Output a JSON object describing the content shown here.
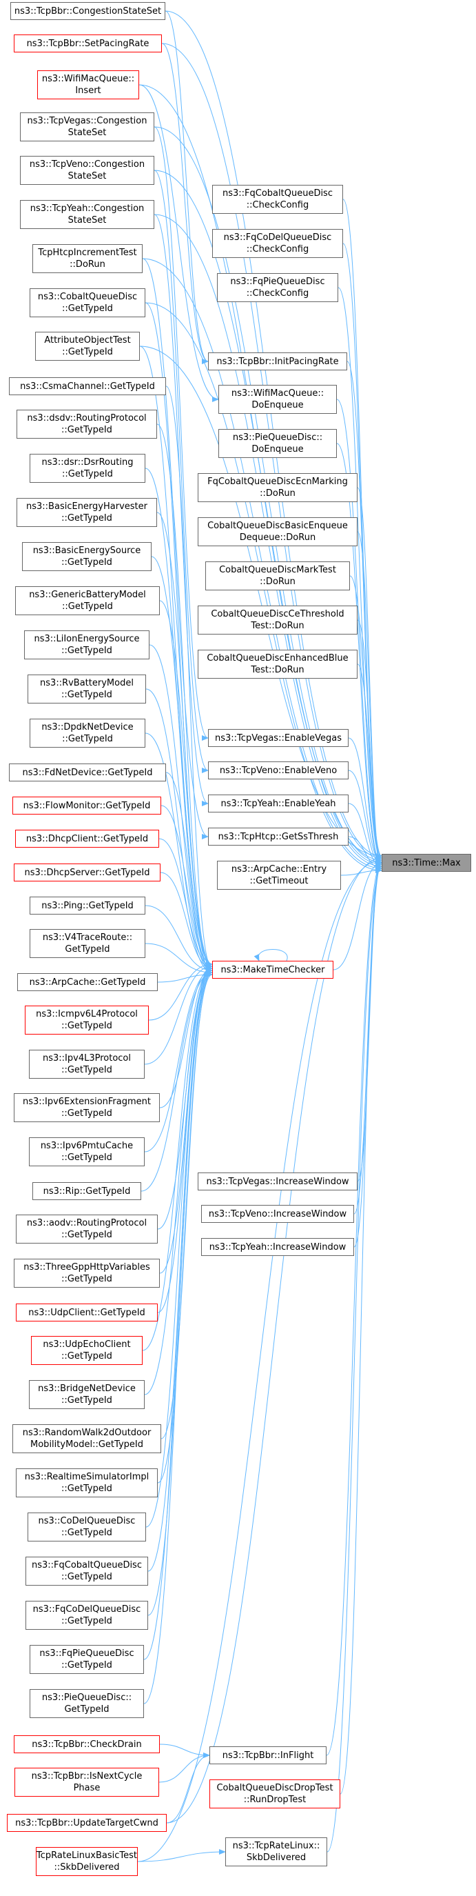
{
  "target": "ns3::Time::Max",
  "hub": "ns3::MakeTimeChecker",
  "column_a": [
    {
      "id": "a0",
      "label": "ns3::TcpBbr::CongestionStateSet",
      "red": false
    },
    {
      "id": "a1",
      "label": "ns3::TcpBbr::SetPacingRate",
      "red": true
    },
    {
      "id": "a2",
      "label": "ns3::WifiMacQueue::\nInsert",
      "red": true
    },
    {
      "id": "a3",
      "label": "ns3::TcpVegas::Congestion\nStateSet",
      "red": false
    },
    {
      "id": "a4",
      "label": "ns3::TcpVeno::Congestion\nStateSet",
      "red": false
    },
    {
      "id": "a5",
      "label": "ns3::TcpYeah::Congestion\nStateSet",
      "red": false
    },
    {
      "id": "a6",
      "label": "TcpHtcpIncrementTest\n::DoRun",
      "red": false
    },
    {
      "id": "a7",
      "label": "ns3::CobaltQueueDisc\n::GetTypeId",
      "red": false
    },
    {
      "id": "a8",
      "label": "AttributeObjectTest\n::GetTypeId",
      "red": false
    },
    {
      "id": "a9",
      "label": "ns3::CsmaChannel::GetTypeId",
      "red": false
    },
    {
      "id": "a10",
      "label": "ns3::dsdv::RoutingProtocol\n::GetTypeId",
      "red": false
    },
    {
      "id": "a11",
      "label": "ns3::dsr::DsrRouting\n::GetTypeId",
      "red": false
    },
    {
      "id": "a12",
      "label": "ns3::BasicEnergyHarvester\n::GetTypeId",
      "red": false
    },
    {
      "id": "a13",
      "label": "ns3::BasicEnergySource\n::GetTypeId",
      "red": false
    },
    {
      "id": "a14",
      "label": "ns3::GenericBatteryModel\n::GetTypeId",
      "red": false
    },
    {
      "id": "a15",
      "label": "ns3::LiIonEnergySource\n::GetTypeId",
      "red": false
    },
    {
      "id": "a16",
      "label": "ns3::RvBatteryModel\n::GetTypeId",
      "red": false
    },
    {
      "id": "a17",
      "label": "ns3::DpdkNetDevice\n::GetTypeId",
      "red": false
    },
    {
      "id": "a18",
      "label": "ns3::FdNetDevice::GetTypeId",
      "red": false
    },
    {
      "id": "a19",
      "label": "ns3::FlowMonitor::GetTypeId",
      "red": true
    },
    {
      "id": "a20",
      "label": "ns3::DhcpClient::GetTypeId",
      "red": true
    },
    {
      "id": "a21",
      "label": "ns3::DhcpServer::GetTypeId",
      "red": true
    },
    {
      "id": "a22",
      "label": "ns3::Ping::GetTypeId",
      "red": false
    },
    {
      "id": "a23",
      "label": "ns3::V4TraceRoute::\nGetTypeId",
      "red": false
    },
    {
      "id": "a24",
      "label": "ns3::ArpCache::GetTypeId",
      "red": false
    },
    {
      "id": "a25",
      "label": "ns3::Icmpv6L4Protocol\n::GetTypeId",
      "red": true
    },
    {
      "id": "a26",
      "label": "ns3::Ipv4L3Protocol\n::GetTypeId",
      "red": false
    },
    {
      "id": "a27",
      "label": "ns3::Ipv6ExtensionFragment\n::GetTypeId",
      "red": false
    },
    {
      "id": "a28",
      "label": "ns3::Ipv6PmtuCache\n::GetTypeId",
      "red": false
    },
    {
      "id": "a29",
      "label": "ns3::Rip::GetTypeId",
      "red": false
    },
    {
      "id": "a30",
      "label": "ns3::aodv::RoutingProtocol\n::GetTypeId",
      "red": false
    },
    {
      "id": "a31",
      "label": "ns3::ThreeGppHttpVariables\n::GetTypeId",
      "red": false
    },
    {
      "id": "a32",
      "label": "ns3::UdpClient::GetTypeId",
      "red": true
    },
    {
      "id": "a33",
      "label": "ns3::UdpEchoClient\n::GetTypeId",
      "red": true
    },
    {
      "id": "a34",
      "label": "ns3::BridgeNetDevice\n::GetTypeId",
      "red": false
    },
    {
      "id": "a35",
      "label": "ns3::RandomWalk2dOutdoor\nMobilityModel::GetTypeId",
      "red": false
    },
    {
      "id": "a36",
      "label": "ns3::RealtimeSimulatorImpl\n::GetTypeId",
      "red": false
    },
    {
      "id": "a37",
      "label": "ns3::CoDelQueueDisc\n::GetTypeId",
      "red": false
    },
    {
      "id": "a38",
      "label": "ns3::FqCobaltQueueDisc\n::GetTypeId",
      "red": false
    },
    {
      "id": "a39",
      "label": "ns3::FqCoDelQueueDisc\n::GetTypeId",
      "red": false
    },
    {
      "id": "a40",
      "label": "ns3::FqPieQueueDisc\n::GetTypeId",
      "red": false
    },
    {
      "id": "a41",
      "label": "ns3::PieQueueDisc::\nGetTypeId",
      "red": false
    },
    {
      "id": "a42",
      "label": "ns3::TcpBbr::CheckDrain",
      "red": true
    },
    {
      "id": "a43",
      "label": "ns3::TcpBbr::IsNextCycle\nPhase",
      "red": true
    },
    {
      "id": "a44",
      "label": "ns3::TcpBbr::UpdateTargetCwnd",
      "red": true
    },
    {
      "id": "a45",
      "label": "TcpRateLinuxBasicTest\n::SkbDelivered",
      "red": true
    }
  ],
  "column_b": [
    {
      "id": "b0",
      "label": "ns3::FqCobaltQueueDisc\n::CheckConfig",
      "red": false
    },
    {
      "id": "b1",
      "label": "ns3::FqCoDelQueueDisc\n::CheckConfig",
      "red": false
    },
    {
      "id": "b2",
      "label": "ns3::FqPieQueueDisc\n::CheckConfig",
      "red": false
    },
    {
      "id": "b3",
      "label": "ns3::TcpBbr::InitPacingRate",
      "red": false
    },
    {
      "id": "b4",
      "label": "ns3::WifiMacQueue::\nDoEnqueue",
      "red": false
    },
    {
      "id": "b5",
      "label": "ns3::PieQueueDisc::\nDoEnqueue",
      "red": false
    },
    {
      "id": "b6",
      "label": "FqCobaltQueueDiscEcnMarking\n::DoRun",
      "red": false
    },
    {
      "id": "b7",
      "label": "CobaltQueueDiscBasicEnqueue\nDequeue::DoRun",
      "red": false
    },
    {
      "id": "b8",
      "label": "CobaltQueueDiscMarkTest\n::DoRun",
      "red": false
    },
    {
      "id": "b9",
      "label": "CobaltQueueDiscCeThreshold\nTest::DoRun",
      "red": false
    },
    {
      "id": "b10",
      "label": "CobaltQueueDiscEnhancedBlue\nTest::DoRun",
      "red": false
    },
    {
      "id": "b11",
      "label": "ns3::TcpVegas::EnableVegas",
      "red": false
    },
    {
      "id": "b12",
      "label": "ns3::TcpVeno::EnableVeno",
      "red": false
    },
    {
      "id": "b13",
      "label": "ns3::TcpYeah::EnableYeah",
      "red": false
    },
    {
      "id": "b14",
      "label": "ns3::TcpHtcp::GetSsThresh",
      "red": false
    },
    {
      "id": "b15",
      "label": "ns3::ArpCache::Entry\n::GetTimeout",
      "red": false
    },
    {
      "id": "b16",
      "label": "ns3::TcpVegas::IncreaseWindow",
      "red": false
    },
    {
      "id": "b17",
      "label": "ns3::TcpVeno::IncreaseWindow",
      "red": false
    },
    {
      "id": "b18",
      "label": "ns3::TcpYeah::IncreaseWindow",
      "red": false
    },
    {
      "id": "b19",
      "label": "ns3::TcpBbr::InFlight",
      "red": false
    },
    {
      "id": "b20",
      "label": "CobaltQueueDiscDropTest\n::RunDropTest",
      "red": true
    },
    {
      "id": "b21",
      "label": "ns3::TcpRateLinux::\nSkbDelivered",
      "red": false
    }
  ],
  "colors": {
    "edge": "#63b8ff",
    "red_border": "#ff0000",
    "node_border": "#666666",
    "target_fill": "#999999"
  }
}
